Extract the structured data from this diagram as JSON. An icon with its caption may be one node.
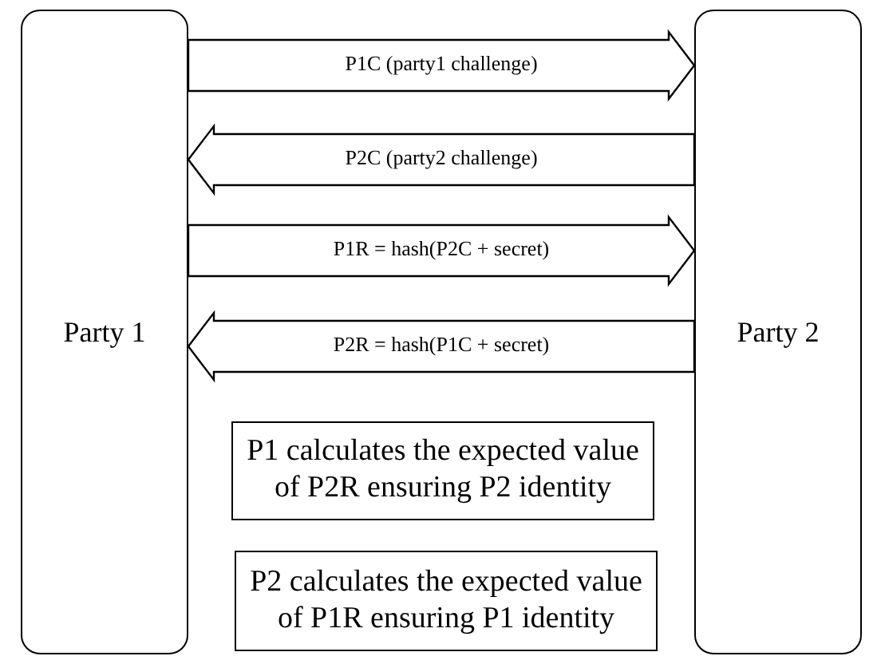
{
  "diagram": {
    "nodes": [
      {
        "text": [
          "Party 1"
        ]
      },
      {
        "text": [
          "Party 2"
        ]
      },
      {
        "text": [
          "P1 calculates the expected value of P2R ensuring P2 identity"
        ]
      },
      {
        "text": [
          "P2 calculates the expected value of P1R ensuring P1 identity"
        ]
      }
    ],
    "edges": [
      {
        "from": 0,
        "to": 1,
        "arrow": "to",
        "label": "P1C (party1 challenge)"
      },
      {
        "from": 1,
        "to": 0,
        "arrow": "to",
        "label": "P2C (party2 challenge)"
      },
      {
        "from": 0,
        "to": 1,
        "arrow": "to",
        "label": "P1R = hash(P2C + secret)"
      },
      {
        "from": 1,
        "to": 0,
        "arrow": "to",
        "label": "P2R = hash(P1C + secret)"
      }
    ]
  }
}
